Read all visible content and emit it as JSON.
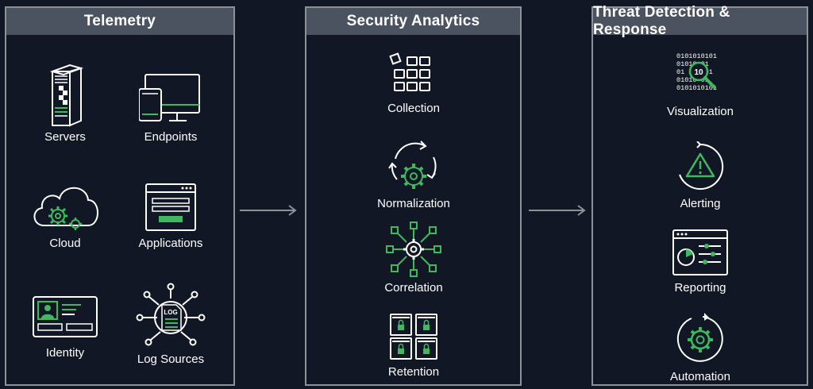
{
  "colors": {
    "background": "#111725",
    "panel_border": "#8c919a",
    "panel_header": "#4b5360",
    "accent_green": "#3fb85f",
    "icon_white": "#ffffff"
  },
  "telemetry": {
    "title": "Telemetry",
    "items": [
      {
        "label": "Servers",
        "icon": "server-icon"
      },
      {
        "label": "Endpoints",
        "icon": "endpoints-icon"
      },
      {
        "label": "Cloud",
        "icon": "cloud-icon"
      },
      {
        "label": "Applications",
        "icon": "applications-icon"
      },
      {
        "label": "Identity",
        "icon": "identity-card-icon"
      },
      {
        "label": "Log Sources",
        "icon": "log-sources-icon"
      }
    ],
    "log_badge": "LOG"
  },
  "analytics": {
    "title": "Security Analytics",
    "items": [
      {
        "label": "Collection",
        "icon": "collection-icon"
      },
      {
        "label": "Normalization",
        "icon": "normalization-icon"
      },
      {
        "label": "Correlation",
        "icon": "correlation-icon"
      },
      {
        "label": "Retention",
        "icon": "retention-icon"
      }
    ]
  },
  "response": {
    "title": "Threat Detection & Response",
    "items": [
      {
        "label": "Visualization",
        "icon": "visualization-icon"
      },
      {
        "label": "Alerting",
        "icon": "alerting-icon"
      },
      {
        "label": "Reporting",
        "icon": "reporting-icon"
      },
      {
        "label": "Automation",
        "icon": "automation-icon"
      }
    ],
    "binary_lines": [
      "0101010101",
      "01010 01",
      "01 10 101",
      "01010 01",
      "0101010101"
    ],
    "lens_text": "10"
  }
}
